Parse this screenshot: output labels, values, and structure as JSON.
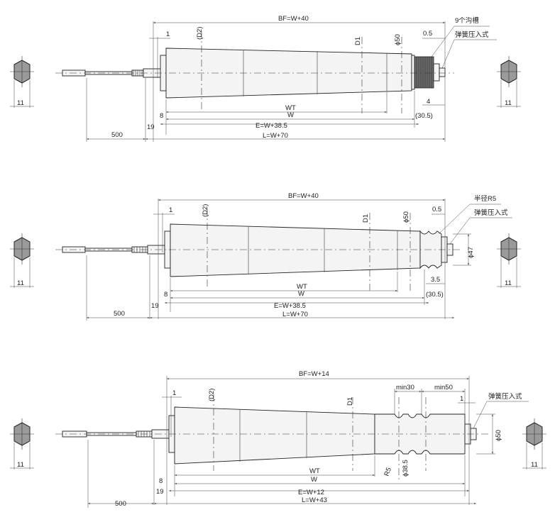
{
  "rollers": [
    {
      "bf": "BF=W+40",
      "lbl_1": "1",
      "lbl_d2": "(D2)",
      "lbl_d1": "D1",
      "lbl_phi50": "ϕ50",
      "lbl_05": "0.5",
      "lbl_groove": "9个沟槽",
      "lbl_spring": "弹簧压入式",
      "lbl_4": "4",
      "lbl_wt": "WT",
      "lbl_w": "W",
      "lbl_8": "8",
      "lbl_305": "(30.5)",
      "lbl_19": "19",
      "lbl_e": "E=W+38.5",
      "lbl_500": "500",
      "lbl_l": "L=W+70",
      "hex_left": "11",
      "hex_right": "11"
    },
    {
      "bf": "BF=W+40",
      "lbl_1": "1",
      "lbl_d2": "(D2)",
      "lbl_d1": "D1",
      "lbl_phi50": "ϕ50",
      "lbl_05": "0.5",
      "lbl_r5": "半径R5",
      "lbl_spring": "弹簧压入式",
      "lbl_phi47": "ϕ47",
      "lbl_35": "3.5",
      "lbl_wt": "WT",
      "lbl_w": "W",
      "lbl_8": "8",
      "lbl_305": "(30.5)",
      "lbl_19": "19",
      "lbl_e": "E=W+38.5",
      "lbl_500": "500",
      "lbl_l": "L=W+70",
      "hex_left": "11",
      "hex_right": "11"
    },
    {
      "bf": "BF=W+14",
      "lbl_1": "1",
      "lbl_d2": "(D2)",
      "lbl_d1": "D1",
      "lbl_min30": "min30",
      "lbl_min50": "min50",
      "lbl_1b": "1",
      "lbl_spring": "弹簧压入式",
      "lbl_phi50": "ϕ50",
      "lbl_r5": "R5",
      "lbl_phi385": "ϕ38.5",
      "lbl_wt": "WT",
      "lbl_w": "W",
      "lbl_8": "8",
      "lbl_19": "19",
      "lbl_e": "E=W+12",
      "lbl_500": "500",
      "lbl_l": "L=W+43",
      "hex_left": "11",
      "hex_right": "11"
    }
  ]
}
